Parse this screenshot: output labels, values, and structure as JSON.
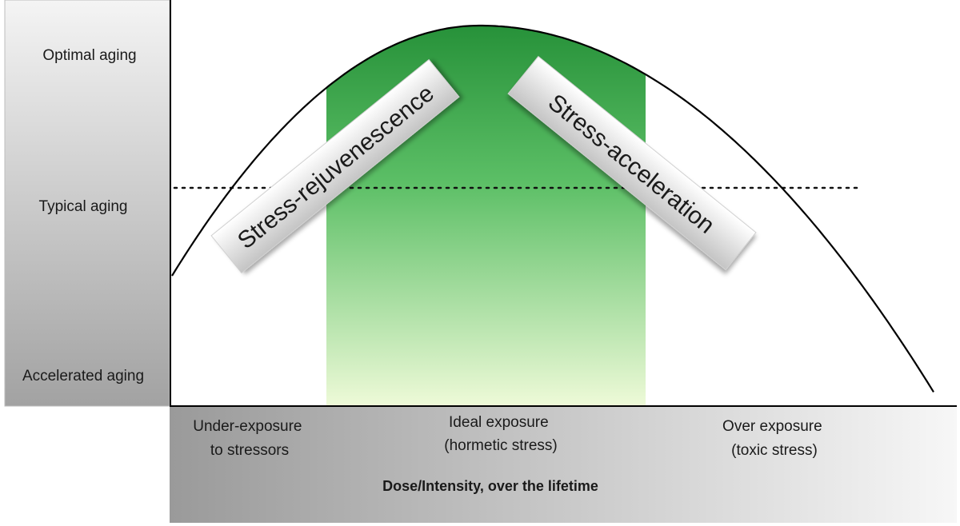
{
  "y_axis": {
    "levels": [
      {
        "label": "Optimal aging"
      },
      {
        "label": "Typical aging"
      },
      {
        "label": "Accelerated aging"
      }
    ]
  },
  "x_axis": {
    "zones": [
      {
        "line1": "Under-exposure",
        "line2": "to stressors"
      },
      {
        "line1": "Ideal exposure",
        "line2": "(hormetic stress)"
      },
      {
        "line1": "Over exposure",
        "line2": "(toxic stress)"
      }
    ],
    "title": "Dose/Intensity, over the lifetime"
  },
  "callouts": {
    "left": "Stress-rejuvenescence",
    "right": "Stress-acceleration"
  },
  "colors": {
    "ideal_zone_top": "#1e8a32",
    "ideal_zone_bottom": "#eefad8",
    "curve": "#000000",
    "panel_dark": "#9c9c9c",
    "panel_light": "#f6f6f6"
  }
}
